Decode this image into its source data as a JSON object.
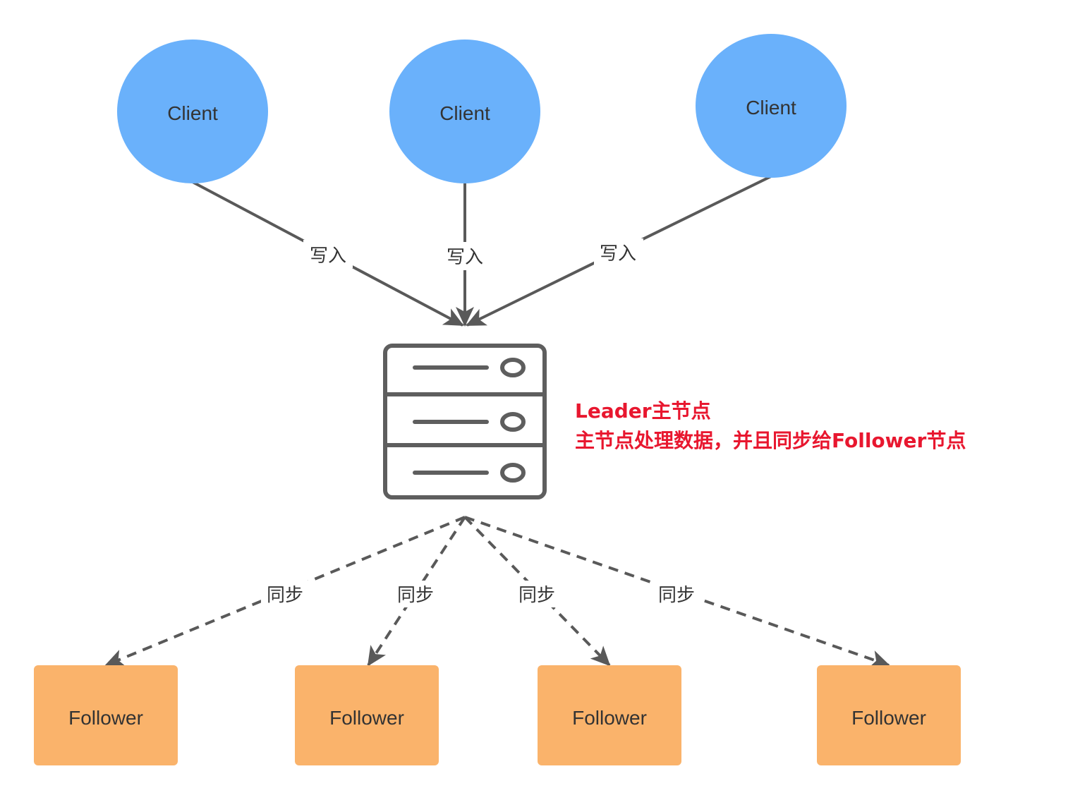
{
  "colors": {
    "client_fill": "#6ab1fb",
    "follower_fill": "#fab36b",
    "edge": "#595959",
    "server_icon": "#5e5e5e",
    "annotation": "#e8172f"
  },
  "icons": {
    "server": "server-rack-icon"
  },
  "clients": [
    {
      "label": "Client"
    },
    {
      "label": "Client"
    },
    {
      "label": "Client"
    }
  ],
  "write_edges": [
    {
      "label": "写入"
    },
    {
      "label": "写入"
    },
    {
      "label": "写入"
    }
  ],
  "leader": {
    "title": "Leader主节点",
    "description": "主节点处理数据，并且同步给Follower节点"
  },
  "sync_edges": [
    {
      "label": "同步"
    },
    {
      "label": "同步"
    },
    {
      "label": "同步"
    },
    {
      "label": "同步"
    }
  ],
  "followers": [
    {
      "label": "Follower"
    },
    {
      "label": "Follower"
    },
    {
      "label": "Follower"
    },
    {
      "label": "Follower"
    }
  ]
}
